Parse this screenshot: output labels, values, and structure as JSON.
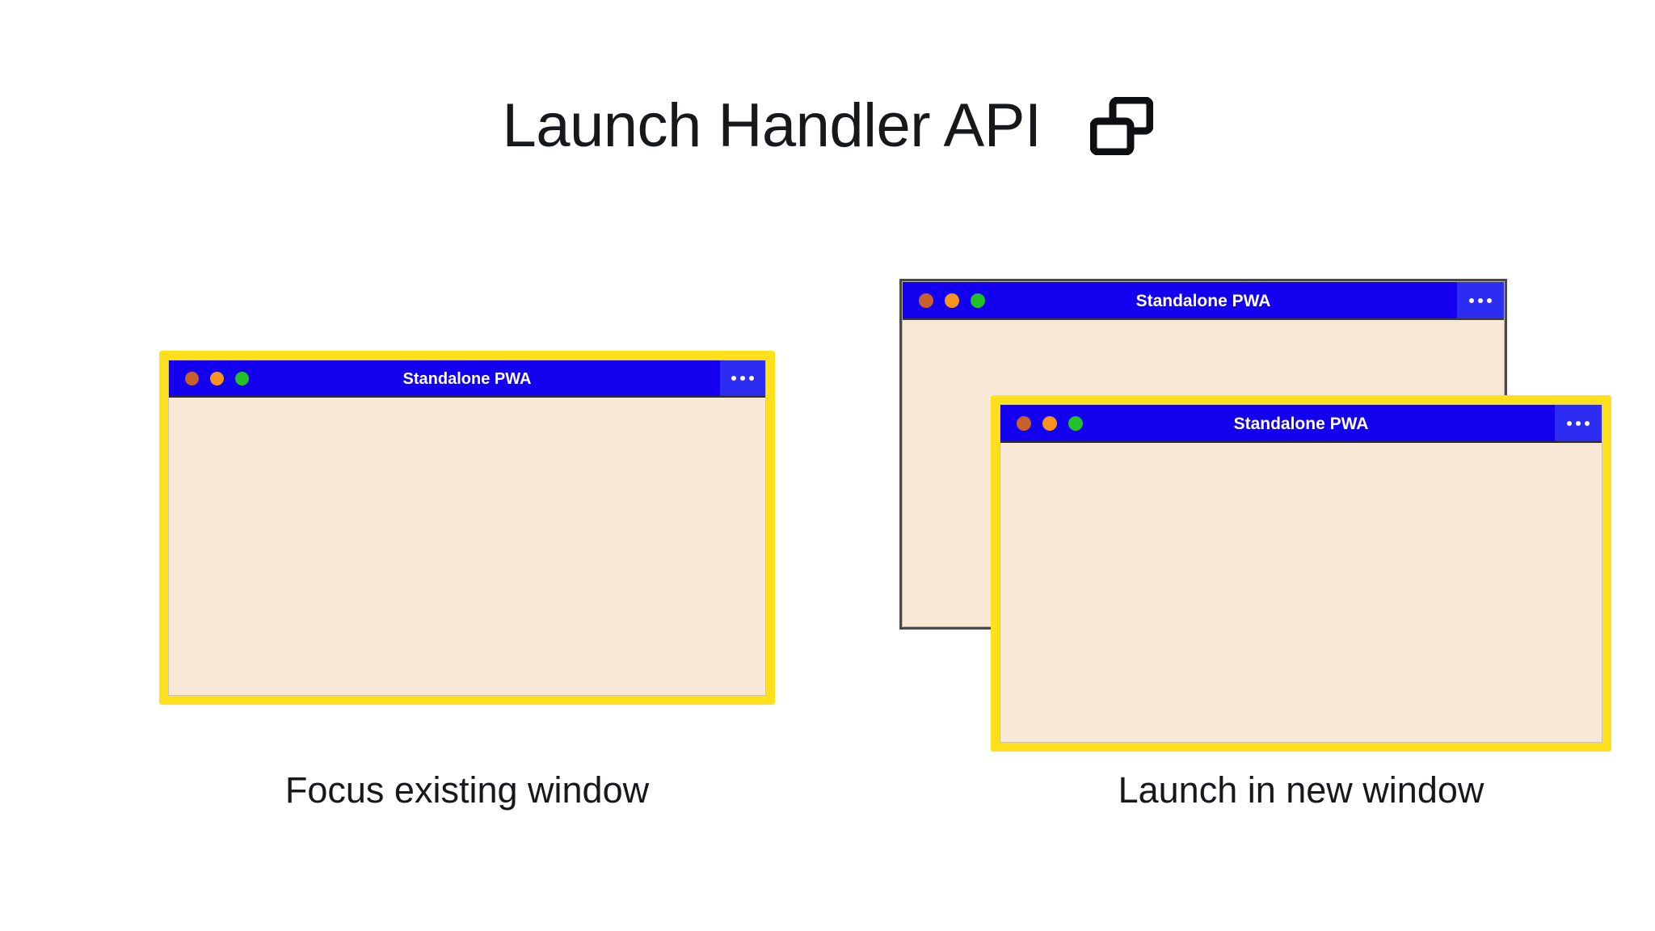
{
  "header": {
    "title": "Launch Handler API",
    "icon": "multiple-windows-icon"
  },
  "colors": {
    "background": "#ffffff",
    "titlebar_blue": "#1200ee",
    "menu_blue": "#2c2cf2",
    "window_body_cream": "#f8e8d6",
    "highlight_yellow": "#ffe01b",
    "plain_border_gray": "#4a4a4a",
    "dot_close": "#c8602c",
    "dot_minimize": "#f7941d",
    "dot_maximize": "#22c125",
    "text_dark": "#16181c",
    "title_text": "#ffffff"
  },
  "windows": {
    "focus": {
      "title": "Standalone PWA",
      "menu_label": "•••",
      "state": "highlighted",
      "dots": [
        "close",
        "minimize",
        "maximize"
      ]
    },
    "back": {
      "title": "Standalone PWA",
      "menu_label": "•••",
      "state": "normal",
      "dots": [
        "close",
        "minimize",
        "maximize"
      ]
    },
    "new": {
      "title": "Standalone PWA",
      "menu_label": "•••",
      "state": "highlighted",
      "dots": [
        "close",
        "minimize",
        "maximize"
      ]
    }
  },
  "captions": {
    "left": "Focus existing window",
    "right": "Launch in new window"
  }
}
